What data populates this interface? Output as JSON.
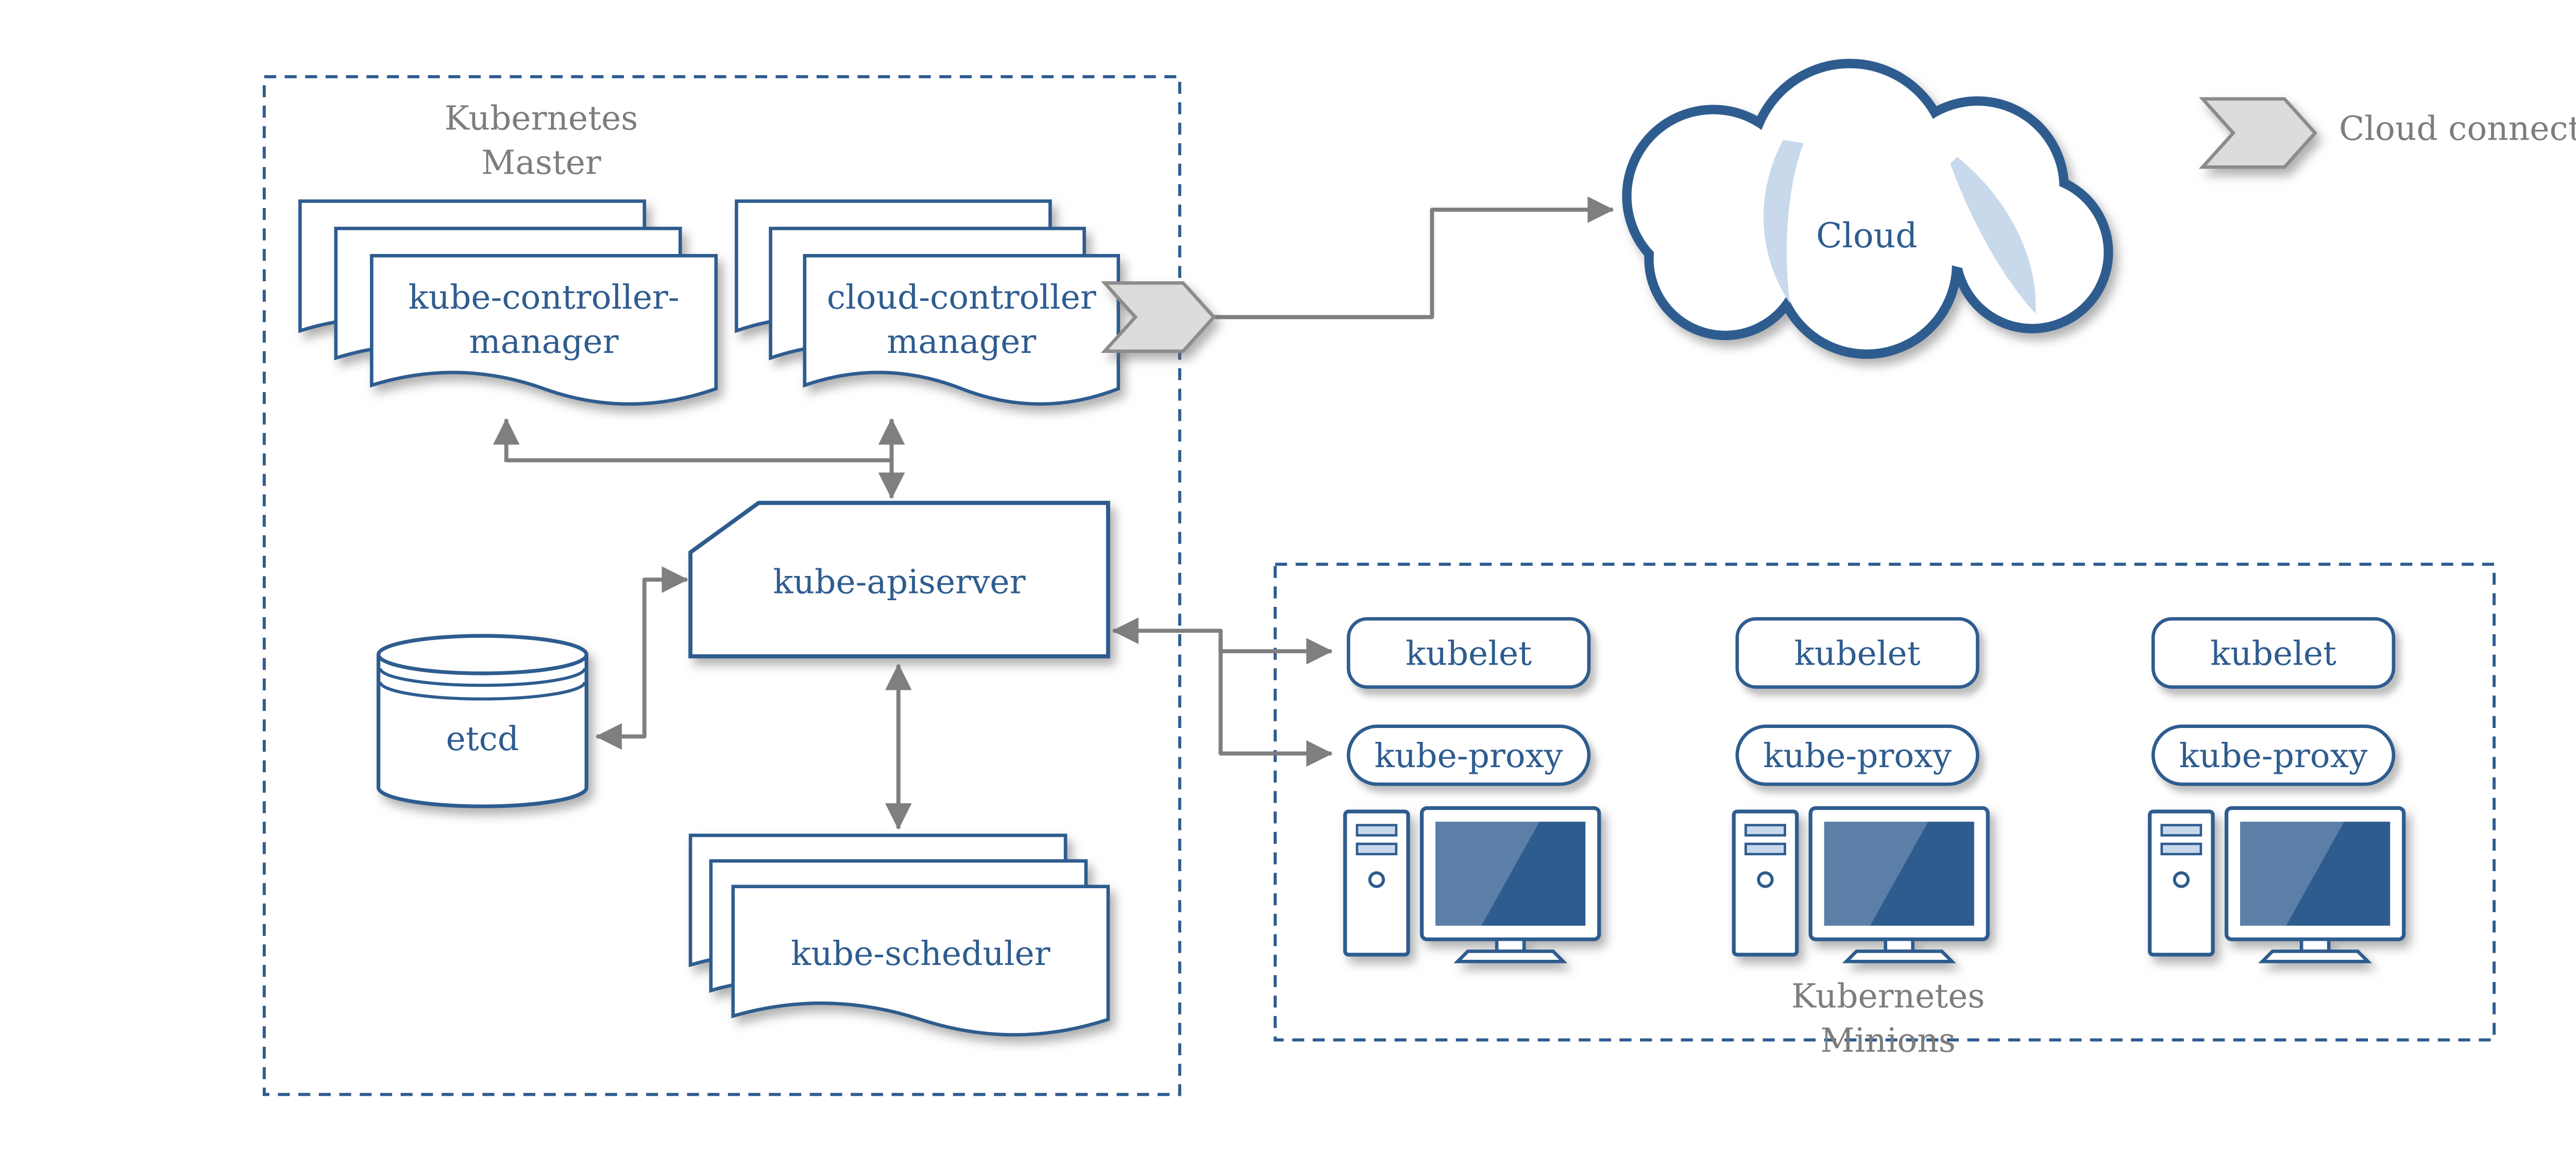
{
  "colors": {
    "primary_blue": "#2e5c8f",
    "accent_light_blue": "#c9d9ec",
    "arrow_gray": "#7f7f7f",
    "label_gray": "#7d7d7d",
    "connector_fill": "#dcdcdc"
  },
  "master": {
    "label": "Kubernetes\nMaster",
    "nodes": {
      "kube_controller_manager": "kube-controller-\nmanager",
      "cloud_controller_manager": "cloud-controller\nmanager",
      "kube_apiserver": "kube-apiserver",
      "etcd": "etcd",
      "kube_scheduler": "kube-scheduler"
    }
  },
  "cloud": {
    "label": "Cloud"
  },
  "legend": {
    "cloud_connector": "Cloud connector"
  },
  "minions": {
    "label": "Kubernetes\nMinions",
    "items": [
      {
        "kubelet": "kubelet",
        "kube_proxy": "kube-proxy"
      },
      {
        "kubelet": "kubelet",
        "kube_proxy": "kube-proxy"
      },
      {
        "kubelet": "kubelet",
        "kube_proxy": "kube-proxy"
      }
    ]
  },
  "icons": {
    "cloud": "cloud-icon",
    "cloud_connector": "chevron-connector-icon",
    "node_machine": "desktop-computer-icon",
    "etcd_store": "database-cylinder-icon"
  }
}
